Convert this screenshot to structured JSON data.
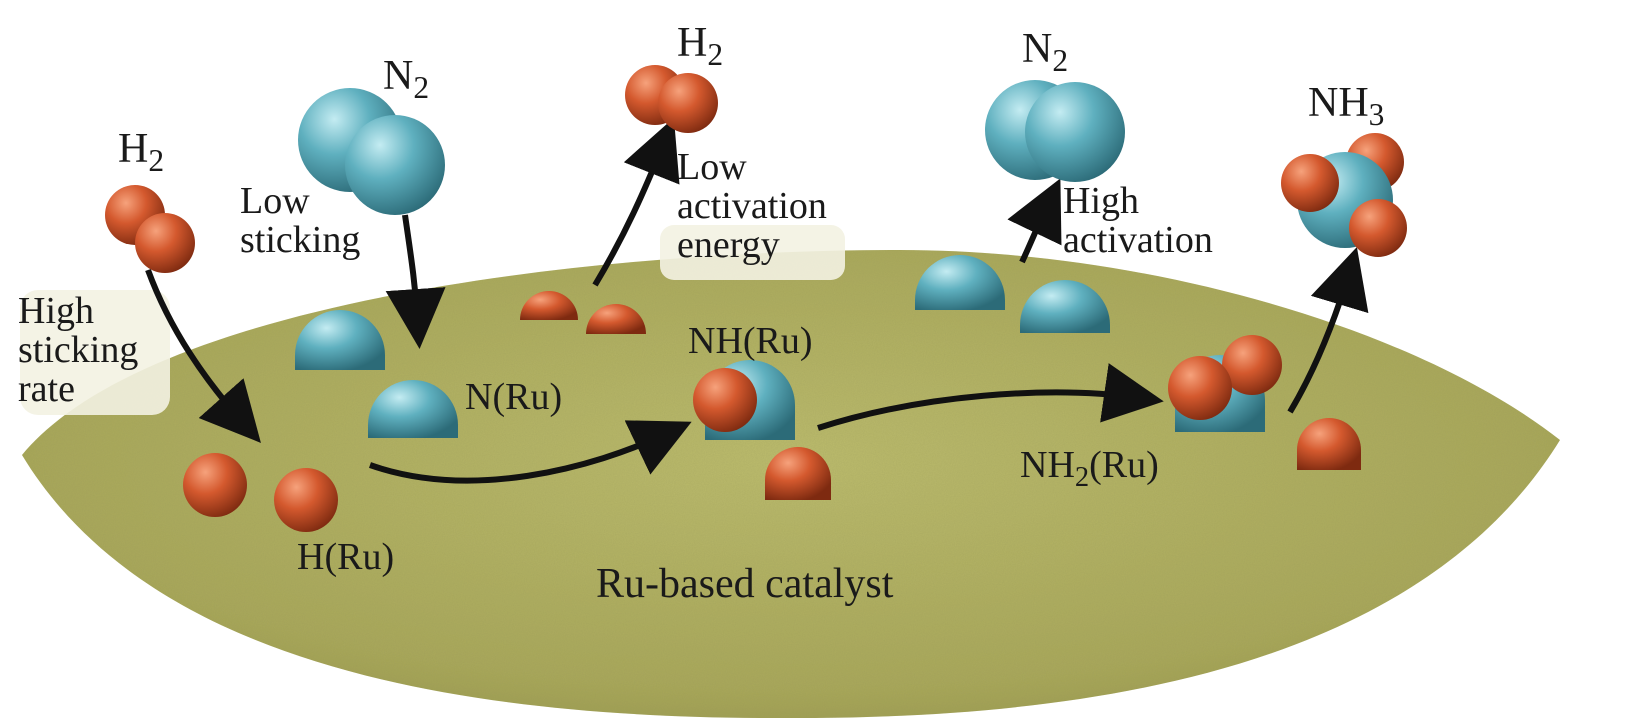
{
  "catalyst_label": "Ru-based catalyst",
  "formulas": {
    "h2_left": {
      "base": "H",
      "sub": "2"
    },
    "n2_left": {
      "base": "N",
      "sub": "2"
    },
    "h2_top": {
      "base": "H",
      "sub": "2"
    },
    "n2_right": {
      "base": "N",
      "sub": "2"
    },
    "nh3": {
      "base": "NH",
      "sub": "3"
    }
  },
  "species": {
    "h_ru": "H(Ru)",
    "n_ru": "N(Ru)",
    "nh_ru": "NH(Ru)",
    "nh2_ru": {
      "pre": "NH",
      "sub": "2",
      "post": "(Ru)"
    }
  },
  "annotations": {
    "high_sticking": [
      "High",
      "sticking",
      "rate"
    ],
    "low_sticking": [
      "Low",
      "sticking"
    ],
    "low_activation": [
      "Low",
      "activation",
      "energy"
    ],
    "high_activation": [
      "High",
      "activation"
    ]
  },
  "colors": {
    "hydrogen": "#d4592e",
    "nitrogen": "#5fb0bf",
    "surface": "#b3b263",
    "arrow": "#111111",
    "text": "#1a1a1a"
  }
}
